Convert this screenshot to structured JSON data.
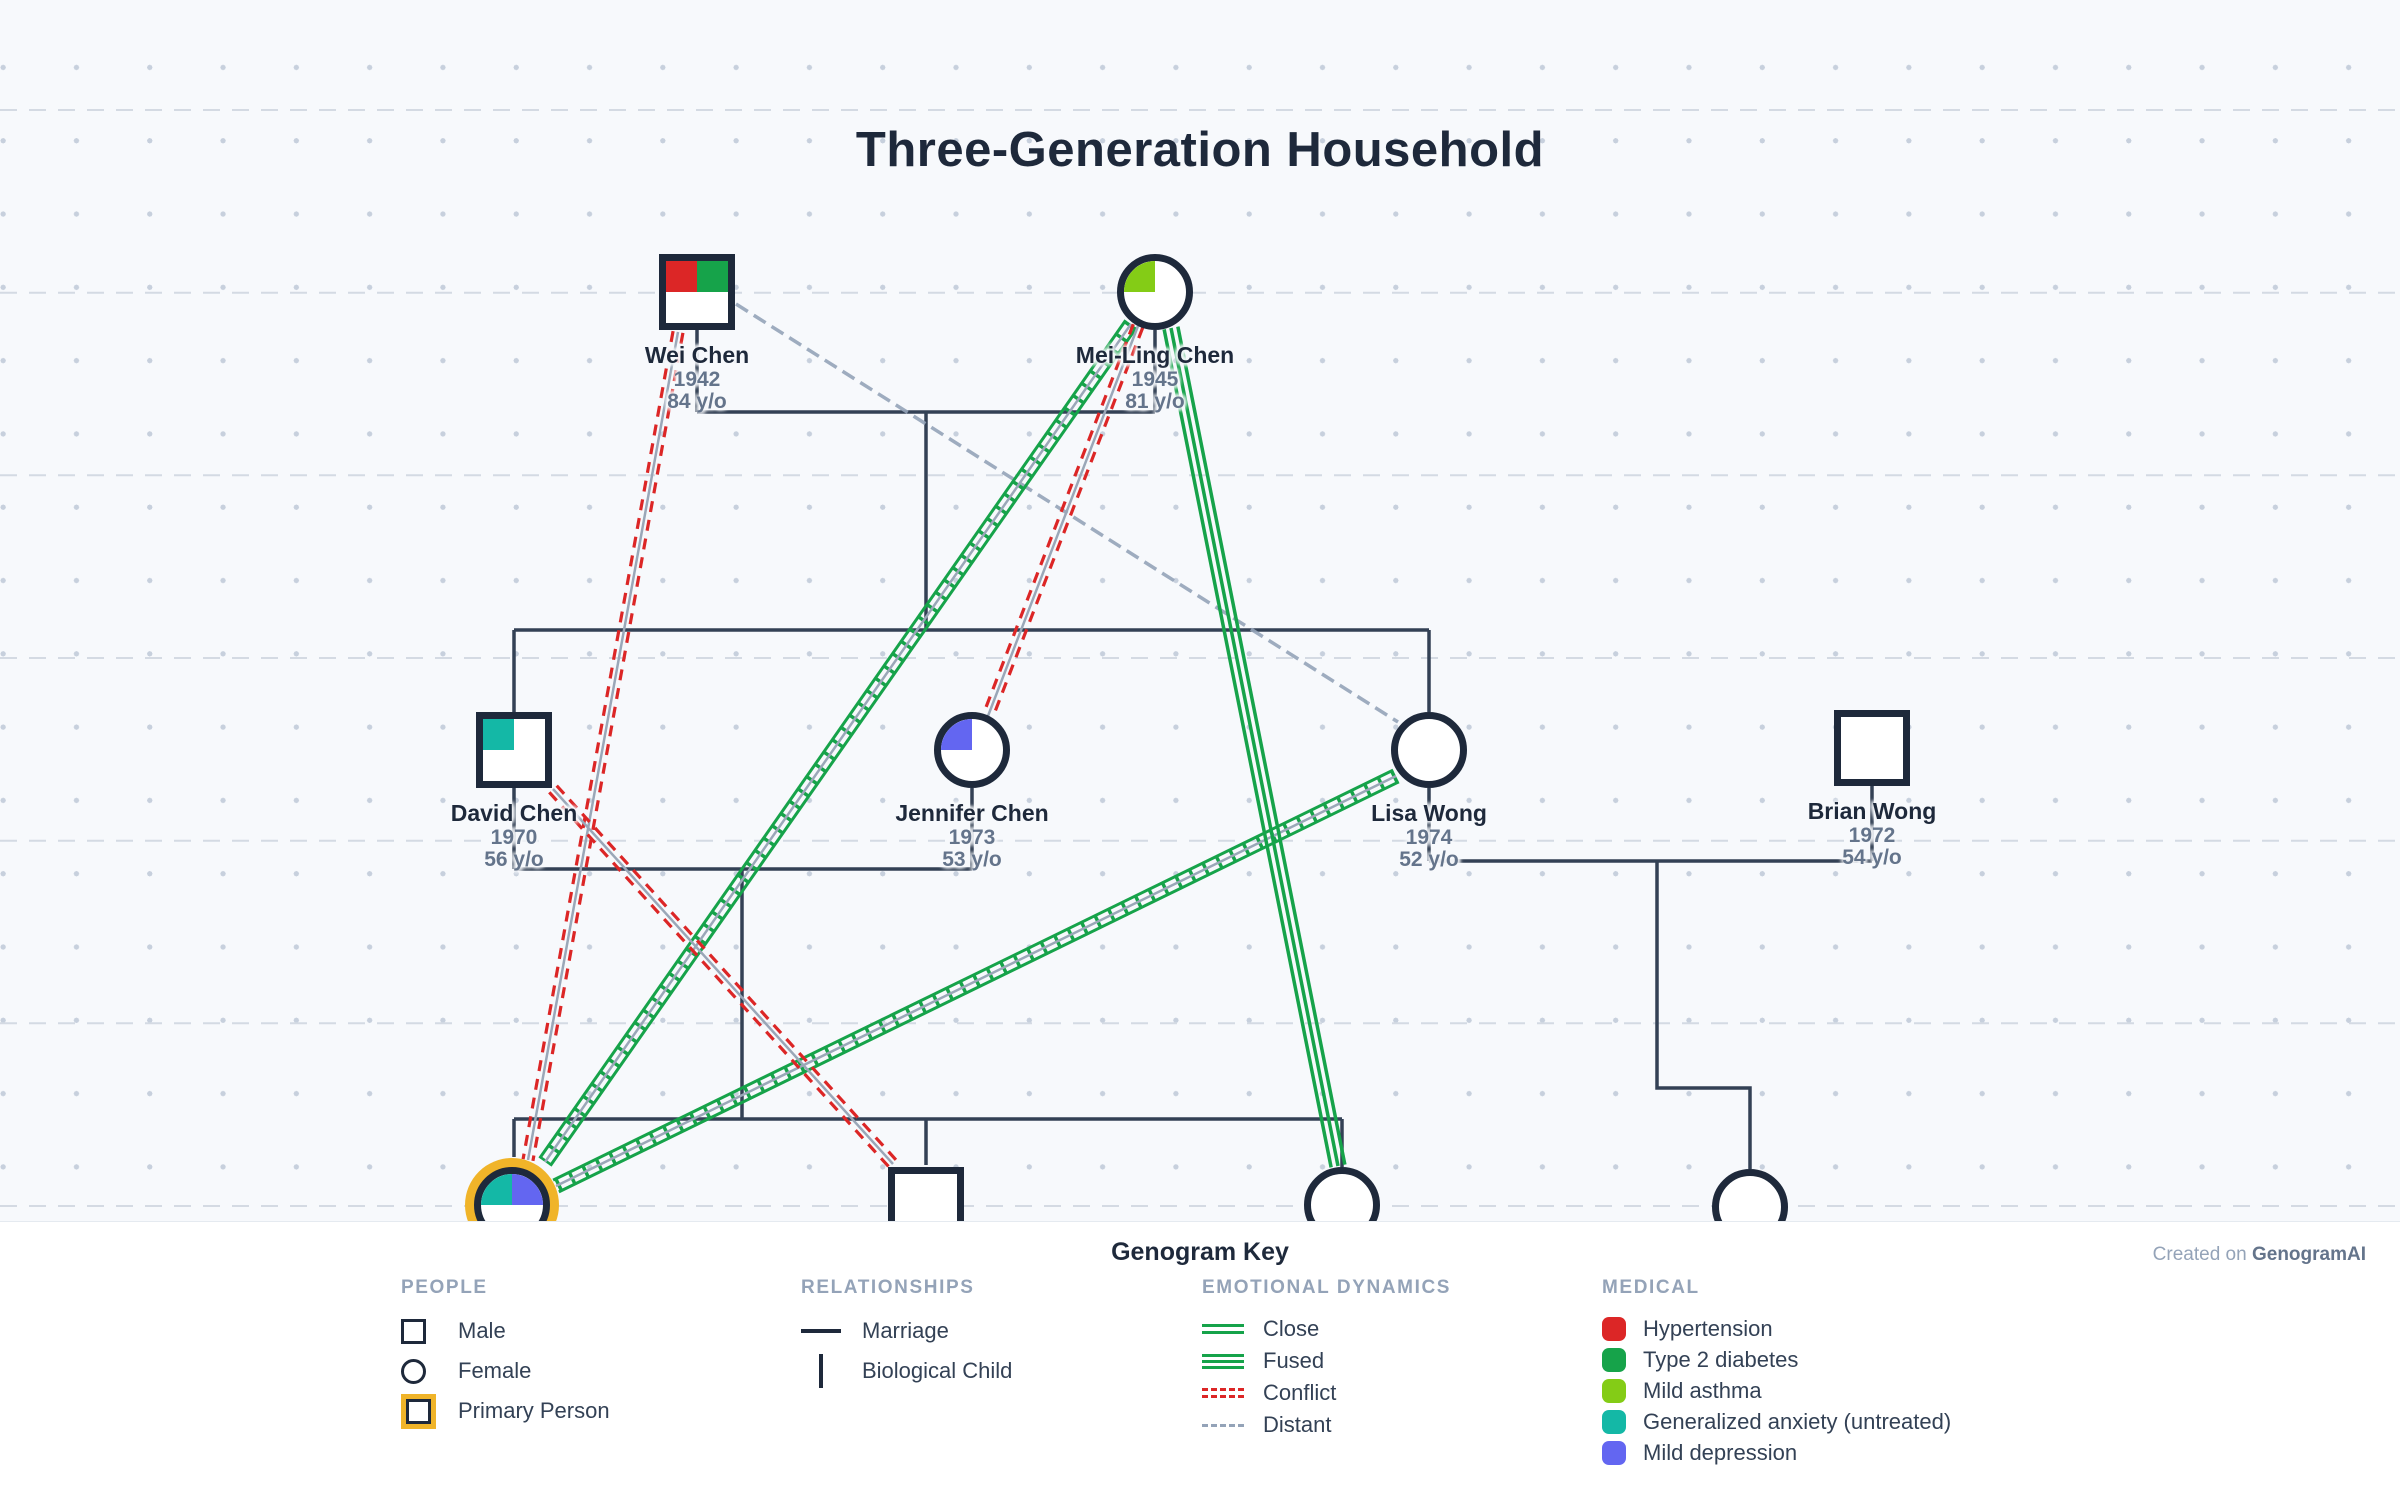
{
  "title": "Three-Generation Household",
  "watermark": {
    "prefix": "Created on ",
    "brand": "GenogramAI"
  },
  "colors": {
    "hypertension": "#dc2626",
    "type2_diabetes": "#16a34a",
    "mild_asthma": "#84cc16",
    "anxiety": "#14b8a6",
    "depression": "#6366f1",
    "close": "#16a34a",
    "fused": "#16a34a",
    "conflict": "#dc2626",
    "distant": "#94a3b8",
    "structure": "#334155",
    "node_outline": "#1e293b",
    "primary_ring": "#f0b429"
  },
  "people": {
    "wei": {
      "name": "Wei Chen",
      "birth_year": "1942",
      "age": "84 y/o",
      "sex": "male",
      "conditions": [
        "Hypertension",
        "Type 2 diabetes"
      ]
    },
    "meiling": {
      "name": "Mei-Ling Chen",
      "birth_year": "1945",
      "age": "81 y/o",
      "sex": "female",
      "conditions": [
        "Mild asthma"
      ]
    },
    "david": {
      "name": "David Chen",
      "birth_year": "1970",
      "age": "56 y/o",
      "sex": "male",
      "conditions": [
        "Generalized anxiety (untreated)"
      ]
    },
    "jennifer": {
      "name": "Jennifer Chen",
      "birth_year": "1973",
      "age": "53 y/o",
      "sex": "female",
      "conditions": [
        "Mild depression"
      ]
    },
    "lisa": {
      "name": "Lisa Wong",
      "birth_year": "1974",
      "age": "52 y/o",
      "sex": "female",
      "conditions": []
    },
    "brian": {
      "name": "Brian Wong",
      "birth_year": "1972",
      "age": "54 y/o",
      "sex": "male",
      "conditions": []
    },
    "child_primary": {
      "sex": "female",
      "primary": true,
      "conditions": [
        "Generalized anxiety (untreated)",
        "Mild depression"
      ]
    },
    "child_2": {
      "sex": "male",
      "conditions": []
    },
    "child_3": {
      "sex": "female",
      "conditions": []
    },
    "child_4": {
      "sex": "female",
      "conditions": []
    }
  },
  "families": [
    {
      "marriage": [
        "Wei Chen",
        "Mei-Ling Chen"
      ],
      "children": [
        "David Chen",
        "Lisa Wong"
      ]
    },
    {
      "marriage": [
        "David Chen",
        "Jennifer Chen"
      ],
      "children": [
        "child_primary",
        "child_2",
        "child_3"
      ]
    },
    {
      "marriage": [
        "Lisa Wong",
        "Brian Wong"
      ],
      "children": [
        "child_4"
      ]
    }
  ],
  "emotional_links": [
    {
      "type": "conflict",
      "from": "Wei Chen",
      "to": "child_primary"
    },
    {
      "type": "conflict",
      "from": "Mei-Ling Chen",
      "to": "Jennifer Chen"
    },
    {
      "type": "conflict",
      "from": "David Chen",
      "to": "child_2"
    },
    {
      "type": "close",
      "from": "Mei-Ling Chen",
      "to": "child_primary"
    },
    {
      "type": "close",
      "from": "Lisa Wong",
      "to": "child_primary"
    },
    {
      "type": "fused",
      "from": "Mei-Ling Chen",
      "to": "child_3"
    },
    {
      "type": "distant",
      "from": "Wei Chen",
      "to": "Lisa Wong"
    }
  ],
  "key": {
    "title": "Genogram Key",
    "people": {
      "header": "PEOPLE",
      "items": {
        "male": "Male",
        "female": "Female",
        "primary": "Primary Person"
      }
    },
    "relationships": {
      "header": "RELATIONSHIPS",
      "items": {
        "marriage": "Marriage",
        "bio_child": "Biological Child"
      }
    },
    "emotional": {
      "header": "EMOTIONAL DYNAMICS",
      "items": {
        "close": "Close",
        "fused": "Fused",
        "conflict": "Conflict",
        "distant": "Distant"
      }
    },
    "medical": {
      "header": "MEDICAL",
      "items": {
        "hypertension": "Hypertension",
        "diabetes": "Type 2 diabetes",
        "asthma": "Mild asthma",
        "anxiety": "Generalized anxiety (untreated)",
        "depression": "Mild depression"
      }
    }
  }
}
